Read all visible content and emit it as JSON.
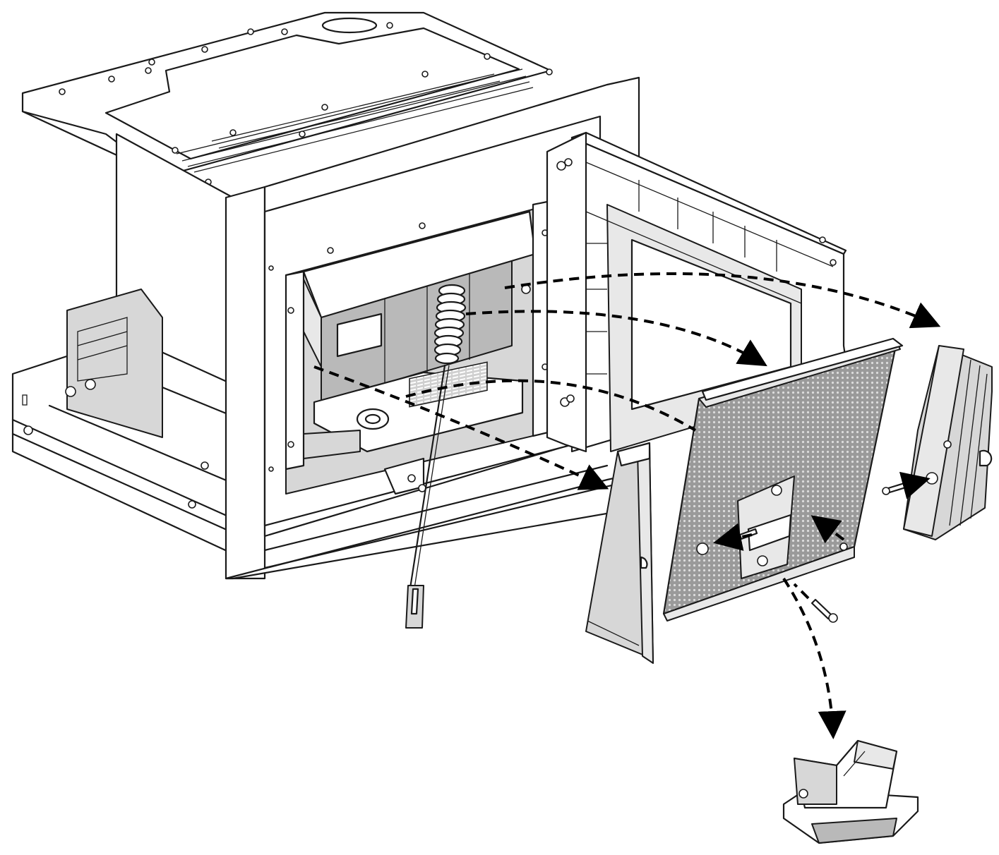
{
  "figure": {
    "parts": [
      {
        "id": "stove-body",
        "icon": "stove-body-icon"
      },
      {
        "id": "door",
        "icon": "door-frame-icon"
      },
      {
        "id": "cleaning-brush",
        "icon": "brush-icon"
      },
      {
        "id": "left-side-panel",
        "icon": "side-panel-icon"
      },
      {
        "id": "rear-panel",
        "icon": "perforated-panel-icon"
      },
      {
        "id": "right-side-panel",
        "icon": "side-panel-icon"
      },
      {
        "id": "burn-pot",
        "icon": "burn-pot-icon"
      },
      {
        "id": "screws",
        "icon": "screw-icon"
      }
    ],
    "arrows": [
      "to-right-side-panel",
      "to-rear-panel",
      "to-left-side-panel",
      "to-burn-pot",
      "screw-left",
      "screw-right",
      "screw-bottom",
      "screw-top"
    ],
    "colors": {
      "line": "#1a1a1a",
      "fill_grey": "#d7d7d7",
      "fill_dark_grey": "#b9b9b9",
      "background": "#ffffff"
    }
  }
}
